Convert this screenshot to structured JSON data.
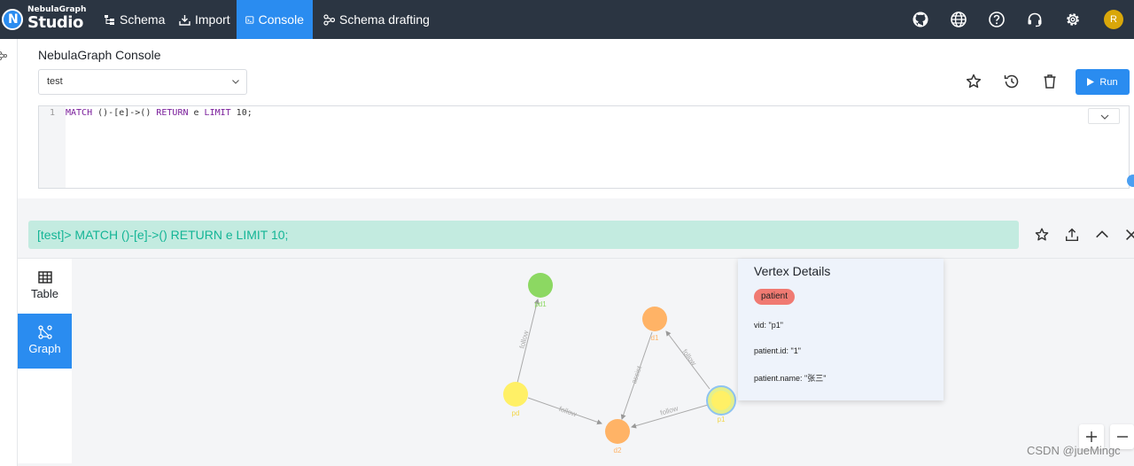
{
  "app": {
    "logo_top": "NebulaGraph",
    "logo_bottom": "Studio",
    "avatar_initial": "R"
  },
  "nav": [
    {
      "label": "Schema",
      "icon": "schema-icon"
    },
    {
      "label": "Import",
      "icon": "import-icon"
    },
    {
      "label": "Console",
      "icon": "console-icon",
      "active": true
    },
    {
      "label": "Schema drafting",
      "icon": "schema-drafting-icon"
    }
  ],
  "top_icons": [
    "github-icon",
    "globe-icon",
    "help-icon",
    "headset-icon",
    "gear-icon"
  ],
  "console": {
    "title": "NebulaGraph Console",
    "space": "test",
    "run_label": "Run",
    "line_number": "1",
    "query_kw1": "MATCH",
    "query_mid": " ()-[e]->() ",
    "query_kw2": "RETURN",
    "query_mid2": " e ",
    "query_kw3": "LIMIT",
    "query_end": " 10;"
  },
  "result": {
    "header": "[test]> MATCH ()-[e]->() RETURN e LIMIT 10;",
    "tabs": [
      {
        "label": "Table"
      },
      {
        "label": "Graph",
        "active": true
      }
    ]
  },
  "graph": {
    "nodes": [
      {
        "id": "pd1",
        "color": "#8cd862"
      },
      {
        "id": "d1",
        "color": "#ffb366"
      },
      {
        "id": "pd",
        "color": "#fff066"
      },
      {
        "id": "d2",
        "color": "#ffb366"
      },
      {
        "id": "p1",
        "color": "#fff066"
      }
    ],
    "edges": [
      {
        "label": "follow"
      },
      {
        "label": "follow"
      },
      {
        "label": "assist"
      },
      {
        "label": "follow"
      },
      {
        "label": "follow"
      }
    ]
  },
  "details": {
    "title": "Vertex Details",
    "tag": "patient",
    "props": [
      "vid: \"p1\"",
      "patient.id: \"1\"",
      "patient.name: \"张三\""
    ]
  },
  "watermark": "CSDN @jueMingc",
  "colors": {
    "nav_bg": "#2b3542",
    "accent": "#2a8cf0",
    "result_bg": "#c3ebe0",
    "result_text": "#14b596",
    "tag_bg": "#f07a72"
  }
}
